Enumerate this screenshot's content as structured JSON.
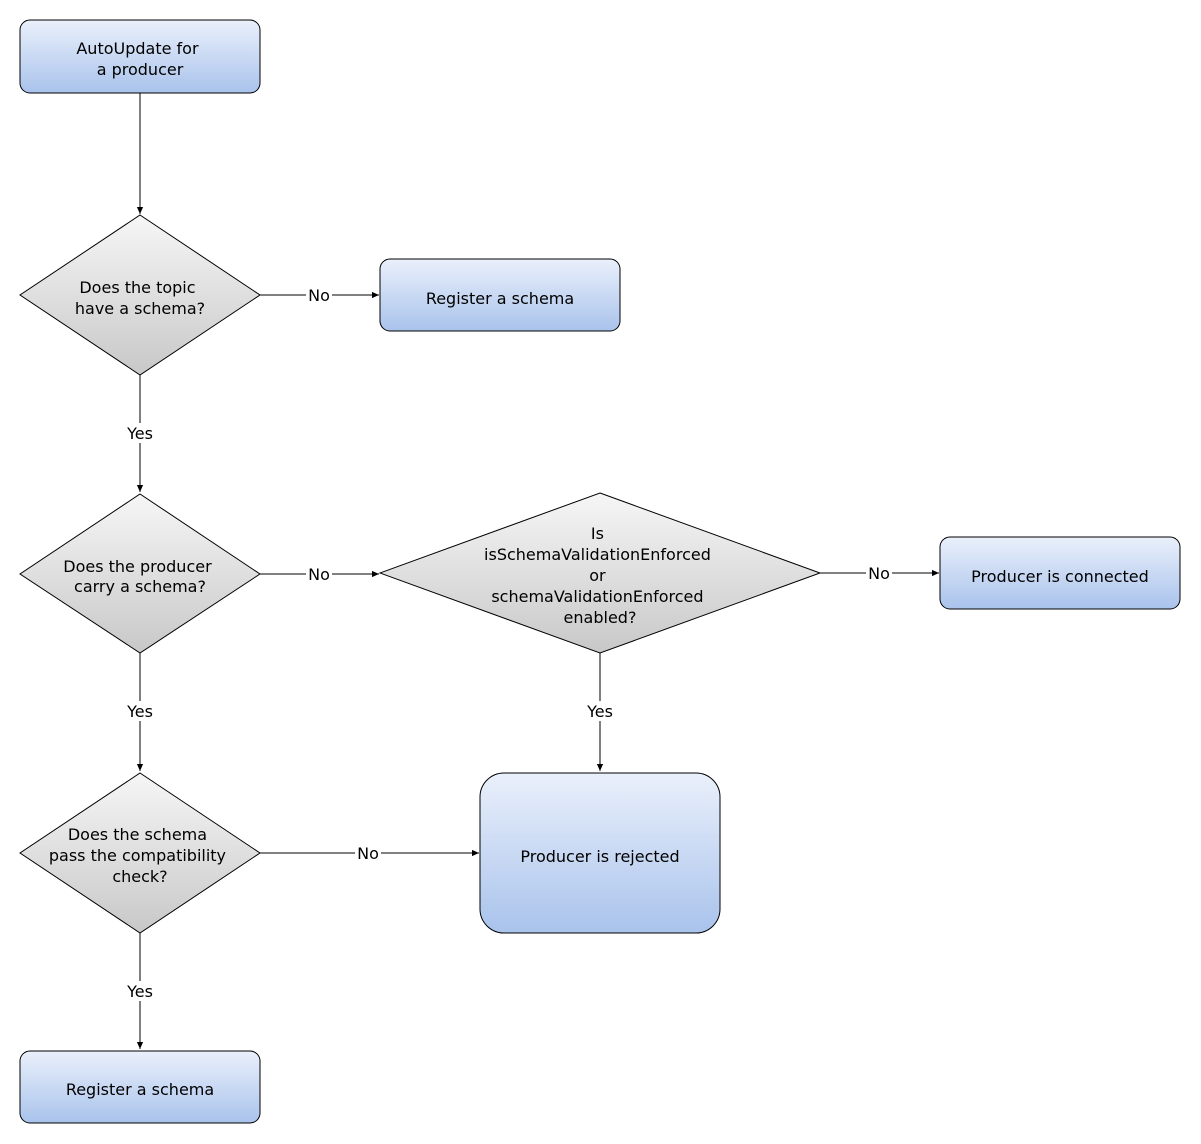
{
  "colors": {
    "process_fill_top": "#eaf0fb",
    "process_fill_bottom": "#a9c3ec",
    "decision_fill_top": "#f6f6f6",
    "decision_fill_bottom": "#c8c8c8",
    "stroke": "#000000",
    "background": "#ffffff"
  },
  "nodes": {
    "start": {
      "lines": [
        "AutoUpdate for",
        "a producer"
      ]
    },
    "q_topic_schema": {
      "lines": [
        "Does the topic",
        "have a schema?"
      ]
    },
    "register_schema_top": {
      "lines": [
        "Register a schema"
      ]
    },
    "q_producer_schema": {
      "lines": [
        "Does the producer",
        "carry a schema?"
      ]
    },
    "q_validation": {
      "lines": [
        "Is",
        "isSchemaValidationEnforced",
        "or",
        "schemaValidationEnforced",
        "enabled?"
      ]
    },
    "producer_connected": {
      "lines": [
        "Producer is connected"
      ]
    },
    "q_compatibility": {
      "lines": [
        "Does the schema",
        "pass the compatibility",
        "check?"
      ]
    },
    "producer_rejected": {
      "lines": [
        "Producer is rejected"
      ]
    },
    "register_schema_bottom": {
      "lines": [
        "Register a schema"
      ]
    }
  },
  "edges": {
    "topic_no": "No",
    "topic_yes": "Yes",
    "producer_no": "No",
    "producer_yes": "Yes",
    "validation_no": "No",
    "validation_yes": "Yes",
    "compat_no": "No",
    "compat_yes": "Yes"
  }
}
